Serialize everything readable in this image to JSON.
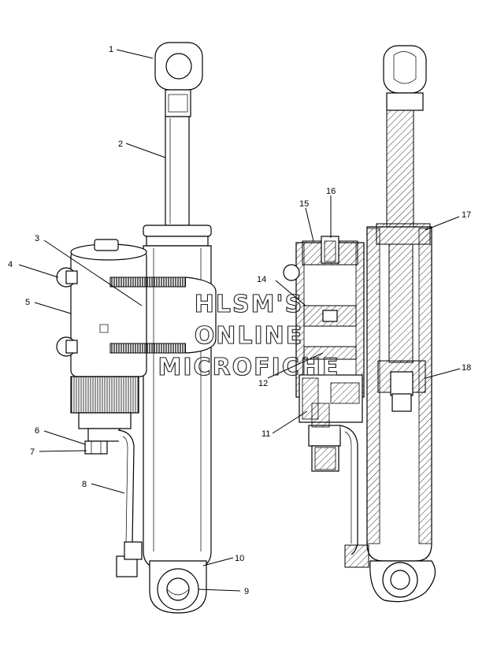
{
  "callouts": {
    "c1": "1",
    "c2": "2",
    "c3": "3",
    "c4": "4",
    "c5": "5",
    "c6": "6",
    "c7": "7",
    "c8": "8",
    "c9": "9",
    "c10": "10",
    "c11": "11",
    "c12": "12",
    "c13": "14",
    "c14": "15",
    "c15": "16",
    "c16": "17",
    "c17": "18"
  },
  "watermark": {
    "line1": "HLSM'S",
    "line2": "ONLINE",
    "line3": "MICROFICHE"
  },
  "colors": {
    "ink": "#000000",
    "paper": "#ffffff"
  }
}
